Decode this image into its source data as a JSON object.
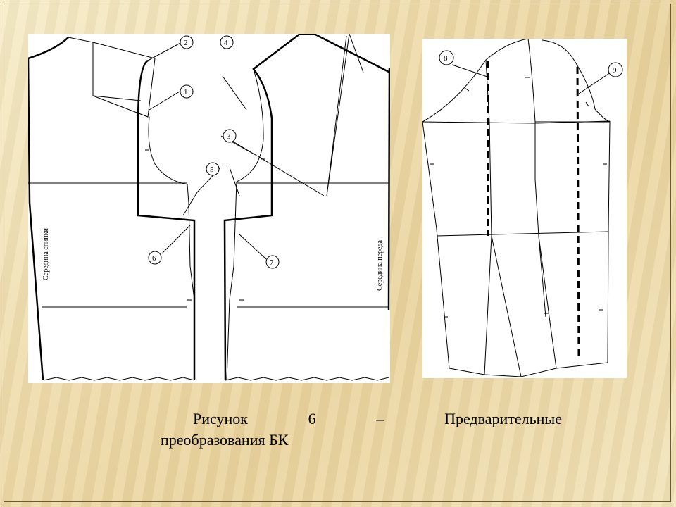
{
  "diagram": {
    "left_panel": {
      "callouts": [
        "1",
        "2",
        "3",
        "4",
        "5",
        "6",
        "7"
      ],
      "label_back": "Середина спинки",
      "label_front": "Середина переда"
    },
    "right_panel": {
      "callouts": [
        "8",
        "9"
      ]
    }
  },
  "caption": {
    "word1": "Рисунок",
    "number": "6",
    "dash": "–",
    "word2": "Предварительные",
    "line2": "преобразования БК"
  }
}
